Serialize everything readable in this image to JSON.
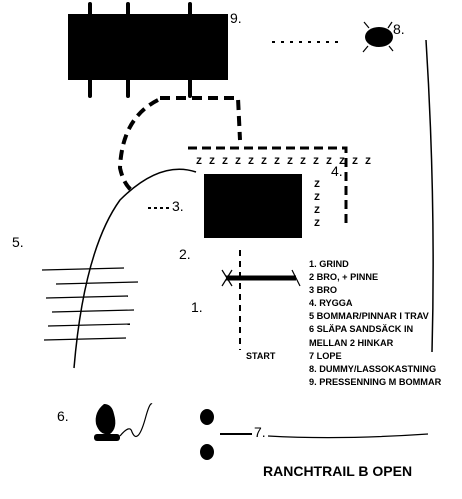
{
  "title": "RANCHTRAIL B OPEN",
  "start_label": "START",
  "obstacle_numbers": [
    "1.",
    "2.",
    "3.",
    "4.",
    "5.",
    "6.",
    "7.",
    "8.",
    "9."
  ],
  "legend": [
    "1. GRIND",
    "2 BRO, + PINNE",
    "3 BRO",
    "4. RYGGA",
    "5 BOMMAR/PINNAR I TRAV",
    "6 SLÄPA SANDSÄCK IN",
    "MELLAN 2 HINKAR",
    "7 LOPE",
    "8. DUMMY/LASSOKASTNING",
    "9. PRESSENNING M BOMMAR"
  ],
  "zigzag_row": "Z Z Z Z Z Z Z Z Z Z Z Z Z Z",
  "zigzag_col": "Z Z Z Z",
  "colors": {
    "ink": "#000000",
    "background": "#ffffff"
  }
}
